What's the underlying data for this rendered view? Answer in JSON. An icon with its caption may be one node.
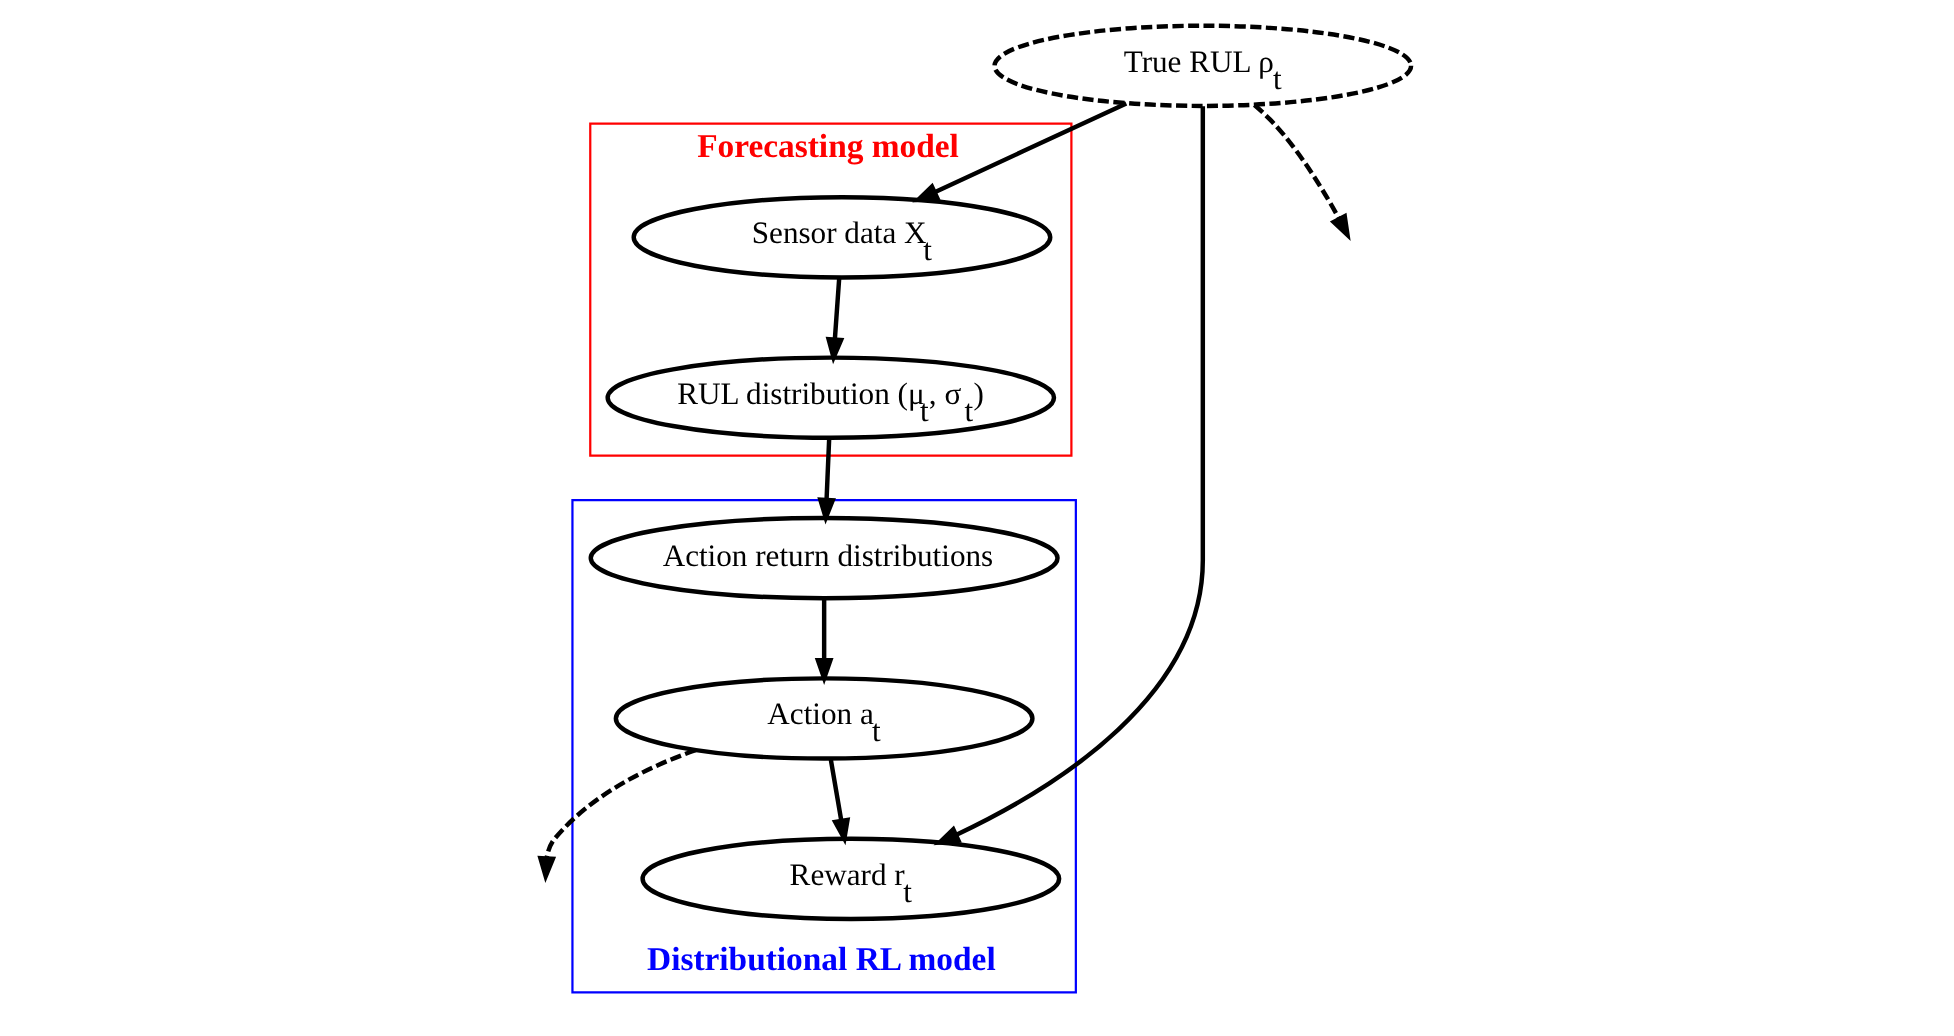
{
  "diagram": {
    "nodes": [
      {
        "text": [
          "True RUL ρ$_{t}$"
        ]
      },
      {
        "text": [
          "Forecasting model"
        ]
      },
      {
        "text": [
          "Sensor data X$_{t}$"
        ],
        "in": 1
      },
      {
        "text": [
          "RUL distribution (μ$_{t}$, σ$_{t}$)"
        ],
        "in": 1
      },
      {
        "text": [
          "Distributional RL model"
        ]
      },
      {
        "text": [
          "Reward r$_{t}$"
        ],
        "in": 4
      },
      {
        "text": [
          "Action a$_{t}$"
        ],
        "in": 4
      },
      {
        "text": [
          "Action return distributions"
        ],
        "in": 4
      }
    ],
    "edges": [
      {
        "from": 0,
        "to": 2,
        "arrow": "to"
      },
      {
        "from": 0,
        "to": 5,
        "arrow": "to"
      },
      {
        "from": 0,
        "to": null,
        "arrow": "to",
        "style": "dashed"
      },
      {
        "from": 2,
        "to": 3,
        "arrow": "to"
      },
      {
        "from": 3,
        "to": 7,
        "arrow": "to"
      },
      {
        "from": 7,
        "to": 6,
        "arrow": "to"
      },
      {
        "from": 6,
        "to": 5,
        "arrow": "to"
      },
      {
        "from": 6,
        "to": null,
        "arrow": "to",
        "style": "dashed"
      }
    ]
  }
}
